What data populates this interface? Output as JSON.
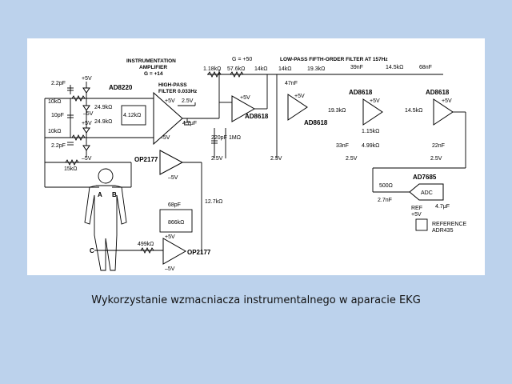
{
  "caption": "Wykorzystanie wzmacniacza instrumentalnego w aparacie EKG",
  "schematic": {
    "headers": {
      "inamp_title_1": "INSTRUMENTATION",
      "inamp_title_2": "AMPLIFIER",
      "inamp_gain": "G = +14",
      "gain_stage": "G = +50",
      "lpf_title": "LOW-PASS FIFTH-ORDER FILTER AT 157Hz",
      "hpf_title_1": "HIGH-PASS",
      "hpf_title_2": "FILTER 0.033Hz"
    },
    "parts": {
      "ad8220": "AD8220",
      "ad8618_a": "AD8618",
      "ad8618_b": "AD8618",
      "ad8618_c": "AD8618",
      "ad8618_d": "AD8618",
      "op2177_a": "OP2177",
      "op2177_b": "OP2177",
      "ad7685": "AD7685",
      "adc": "ADC",
      "reference_1": "REFERENCE",
      "reference_2": "ADR435"
    },
    "components": {
      "c_2p2_top": "2.2pF",
      "r_10k_top": "10kΩ",
      "c_10p": "10pF",
      "r_10k_bot": "10kΩ",
      "c_2p2_bot": "2.2pF",
      "r_15k": "15kΩ",
      "r_24k9_a": "24.9kΩ",
      "r_24k9_b": "24.9kΩ",
      "r_4k12": "4.12kΩ",
      "v_2v5_a": "2.5V",
      "c_4u7_a": "4.7μF",
      "r_1k18": "1.18kΩ",
      "r_57k6": "57.6kΩ",
      "r_14k_a": "14kΩ",
      "r_14k_b": "14kΩ",
      "r_19k3_a": "19.3kΩ",
      "c_39n": "39nF",
      "r_14k5_a": "14.5kΩ",
      "c_68n": "68nF",
      "c_47n": "47nF",
      "c_220p": "220pF",
      "r_1m": "1MΩ",
      "v_2v5_b": "2.5V",
      "v_2v5_c": "2.5V",
      "r_19k3_b": "19.3kΩ",
      "r_1k15": "1.15kΩ",
      "c_33n": "33nF",
      "r_4k99": "4.99kΩ",
      "v_2v5_d": "2.5V",
      "r_14k5_b": "14.5kΩ",
      "c_22n": "22nF",
      "v_2v5_e": "2.5V",
      "r_500": "500Ω",
      "c_2n7": "2.7nF",
      "ref_label": "REF",
      "c_4u7_b": "4.7μF",
      "r_12k7": "12.7kΩ",
      "c_68p": "68pF",
      "r_866k": "866kΩ",
      "r_499k": "499kΩ",
      "v_p5": "+5V",
      "v_m5": "–5V",
      "node_a": "A",
      "node_b": "B",
      "node_c": "C"
    }
  }
}
